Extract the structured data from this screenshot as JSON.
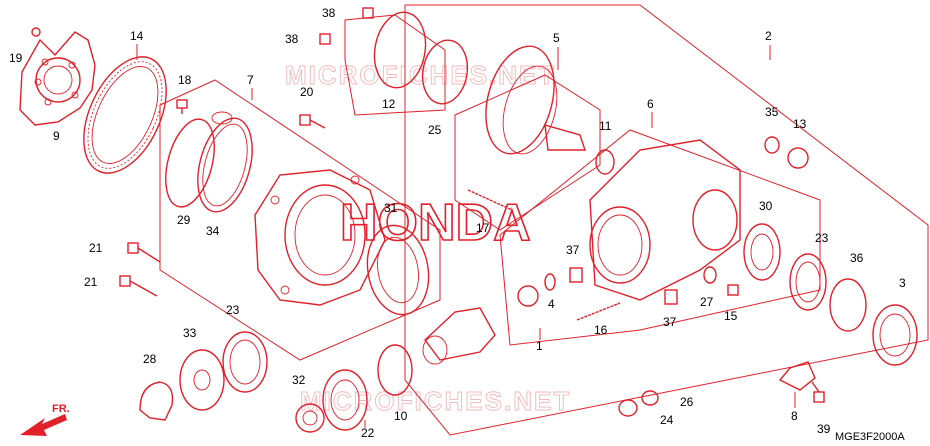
{
  "diagram": {
    "drawing_code": "MGE3F2000A",
    "watermark": "MICROFICHES.NET",
    "brand": "HONDA",
    "direction_label": "FR.",
    "callouts": [
      "1",
      "2",
      "3",
      "4",
      "5",
      "6",
      "7",
      "8",
      "9",
      "10",
      "11",
      "12",
      "13",
      "14",
      "15",
      "16",
      "17",
      "18",
      "19",
      "20",
      "21",
      "21",
      "22",
      "23",
      "23",
      "24",
      "25",
      "26",
      "27",
      "28",
      "29",
      "30",
      "31",
      "32",
      "33",
      "34",
      "35",
      "36",
      "37",
      "37",
      "38",
      "38",
      "39"
    ]
  },
  "colors": {
    "line": "#e0202a",
    "watermark": "#f2b8bb",
    "text": "#000000"
  }
}
